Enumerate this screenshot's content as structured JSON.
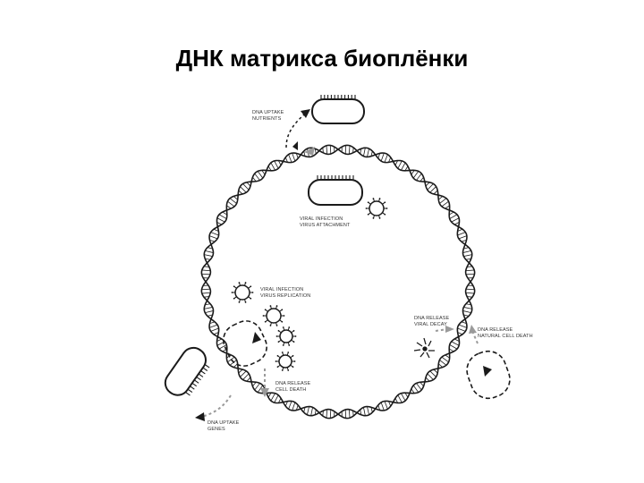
{
  "title": "ДНК матрикса биоплёнки",
  "labels": {
    "uptake_nutrients": [
      "DNA UPTAKE",
      "NUTRIENTS"
    ],
    "viral_attachment": [
      "VIRAL INFECTION",
      "VIRUS ATTACHMENT"
    ],
    "viral_replication": [
      "VIRAL INFECTION",
      "VIRUS REPLICATION"
    ],
    "release_viral_decay": [
      "DNA RELEASE",
      "VIRAL DECAY"
    ],
    "release_natural_death": [
      "DNA RELEASE",
      "NATURAL CELL DEATH"
    ],
    "release_cell_death": [
      "DNA RELEASE",
      "CELL DEATH"
    ],
    "uptake_genes": [
      "DNA UPTAKE",
      "GENES"
    ]
  },
  "colors": {
    "stroke": "#1a1a1a",
    "arrow_grey": "#9a9a9a",
    "text": "#333333"
  }
}
